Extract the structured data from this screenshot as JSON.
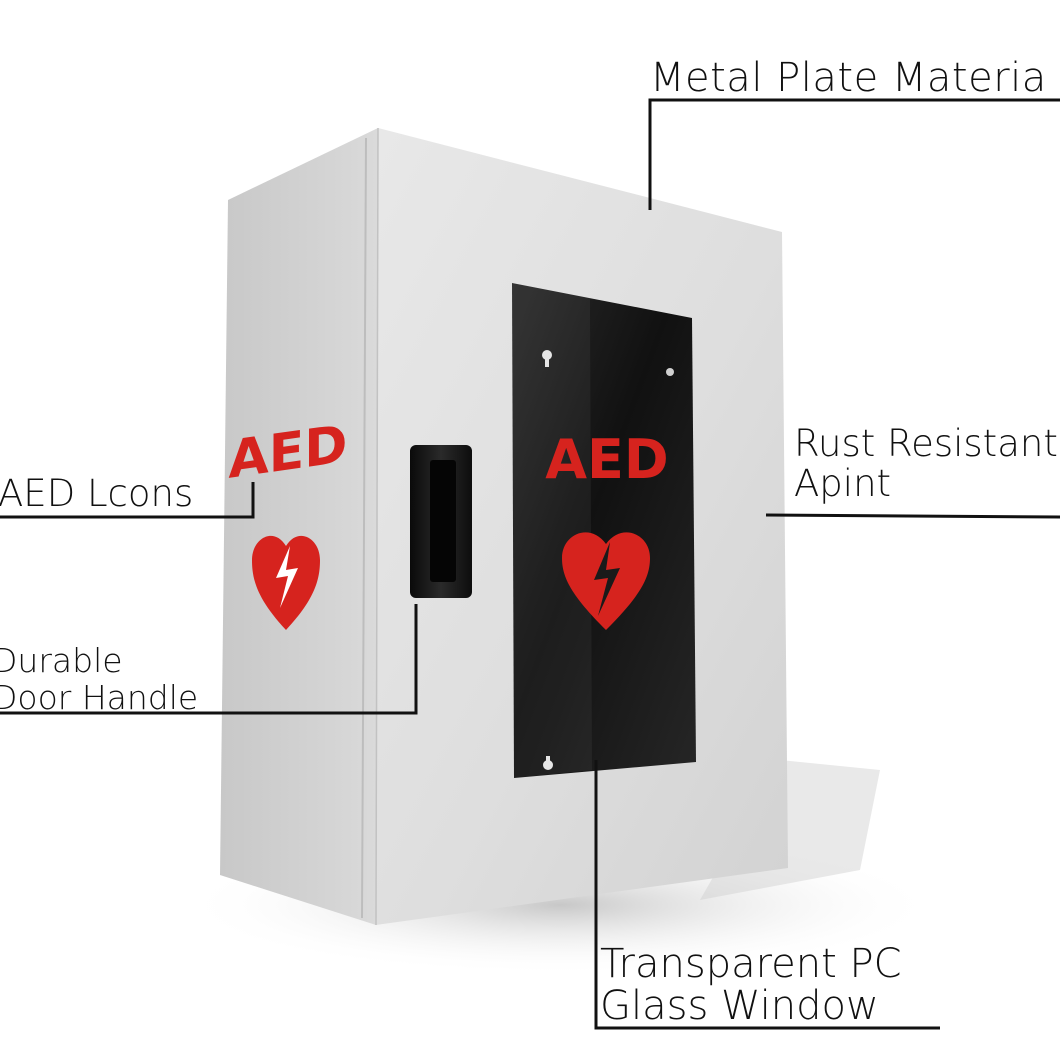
{
  "labels": {
    "metal_plate": "Metal Plate Materia",
    "rust_resistant_line1": "Rust Resistant",
    "rust_resistant_line2": "Apint",
    "aed_icons": "AED Lcons",
    "door_handle_line1": "Durable",
    "door_handle_line2": "Door Handle",
    "window_line1": "Transparent PC",
    "window_line2": "Glass Window"
  },
  "cabinet": {
    "side_sign": "AED",
    "window_sign": "AED"
  },
  "colors": {
    "aed_red": "#d6231e",
    "cabinet_front": "#dfdfdf",
    "cabinet_side": "#d0d0d0",
    "window_dark": "#1a1a1a",
    "callout_line": "#111111"
  }
}
